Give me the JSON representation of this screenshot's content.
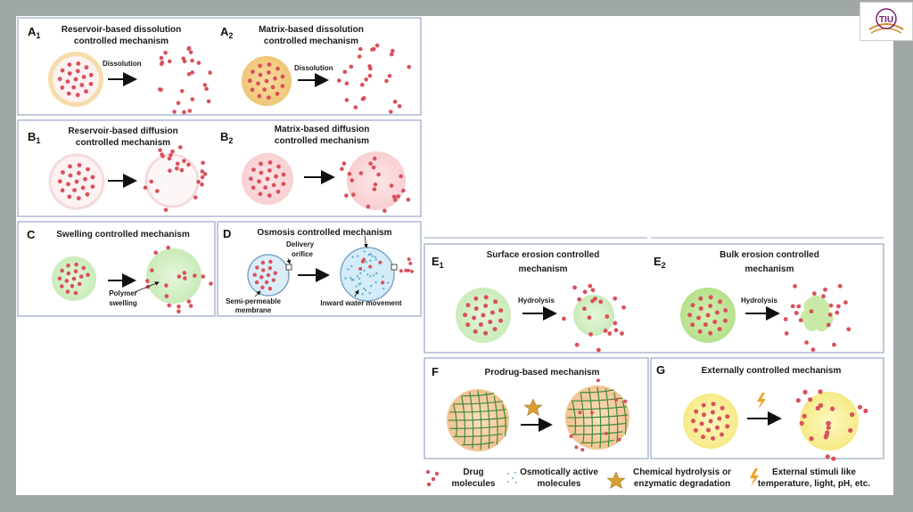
{
  "panels": {
    "A1": {
      "letter": "A",
      "sub": "1",
      "title1": "Reservoir-based dissolution",
      "title2": "controlled mechanism",
      "arrow_label": "Dissolution"
    },
    "A2": {
      "letter": "A",
      "sub": "2",
      "title1": "Matrix-based dissolution",
      "title2": "controlled mechanism",
      "arrow_label": "Dissolution"
    },
    "B1": {
      "letter": "B",
      "sub": "1",
      "title1": "Reservoir-based diffusion",
      "title2": "controlled mechanism"
    },
    "B2": {
      "letter": "B",
      "sub": "2",
      "title1": "Matrix-based diffusion",
      "title2": "controlled mechanism"
    },
    "C": {
      "letter": "C",
      "title": "Swelling controlled mechanism",
      "label1": "Polymer",
      "label2": "swelling"
    },
    "D": {
      "letter": "D",
      "title": "Osmosis controlled mechanism",
      "orifice1": "Delivery",
      "orifice2": "orifice",
      "membrane1": "Semi-permeable",
      "membrane2": "membrane",
      "water": "Inward water movement"
    },
    "E1": {
      "letter": "E",
      "sub": "1",
      "title1": "Surface erosion controlled",
      "title2": "mechanism",
      "arrow_label": "Hydrolysis"
    },
    "E2": {
      "letter": "E",
      "sub": "2",
      "title1": "Bulk erosion controlled",
      "title2": "mechanism",
      "arrow_label": "Hydrolysis"
    },
    "F": {
      "letter": "F",
      "title": "Prodrug-based mechanism"
    },
    "G": {
      "letter": "G",
      "title": "Externally controlled mechanism"
    }
  },
  "legend": {
    "drug1": "Drug",
    "drug2": "molecules",
    "osmo1": "Osmotically active",
    "osmo2": "molecules",
    "chem1": "Chemical hydrolysis or",
    "chem2": "enzymatic degradation",
    "ext1": "External stimuli like",
    "ext2": "temperature, light, pH, etc."
  },
  "logo": {
    "text": "TIU"
  },
  "colors": {
    "drug": "#d9515c",
    "reservoir_fill": "#fdf1f1",
    "reservoir_ring": "#f5dcaa",
    "matrix_yellow": "#f3cf86",
    "matrix_pink": "#fbd8da",
    "swelling_green": "#d8f0cc",
    "osmosis_blue": "#d3ecf7",
    "erosion_green": "#c9eaa6",
    "prodrug_orange": "#f7d0a8",
    "external_yellow": "#fbf3a4",
    "star": "#d8a030",
    "bolt": "#f0a020",
    "border": "#9aa6c4"
  }
}
